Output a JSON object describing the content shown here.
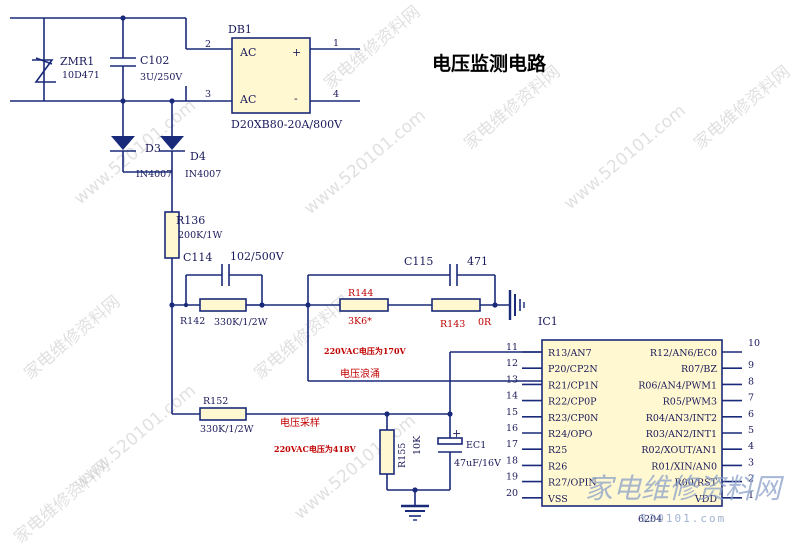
{
  "title": "电压监测电路",
  "bridge": {
    "ref": "DB1",
    "part": "D20XB80-20A/800V",
    "ac1": "AC",
    "ac2": "AC",
    "plus": "+",
    "minus": "-",
    "pin_left_top": "2",
    "pin_left_bot": "3",
    "pin_right_top": "1",
    "pin_right_bot": "4"
  },
  "varistor": {
    "ref": "ZMR1",
    "value": "10D471"
  },
  "c102": {
    "ref": "C102",
    "value": "3U/250V"
  },
  "d3": {
    "ref": "D3",
    "part": "IN4007"
  },
  "d4": {
    "ref": "D4",
    "part": "IN4007"
  },
  "r136": {
    "ref": "R136",
    "value": "200K/1W"
  },
  "c114": {
    "ref": "C114",
    "value": "102/500V"
  },
  "r142": {
    "ref": "R142",
    "value": "330K/1/2W"
  },
  "c115": {
    "ref": "C115",
    "value": "471"
  },
  "r144": {
    "ref": "R144",
    "value": "3K6*"
  },
  "r143": {
    "ref": "R143",
    "value": "0R"
  },
  "r152": {
    "ref": "R152",
    "value": "330K/1/2W"
  },
  "r155": {
    "ref": "R155",
    "value": "10K"
  },
  "ec1": {
    "ref": "EC1",
    "value": "47uF/16V",
    "plus": "+"
  },
  "notes": {
    "surge_voltage": "220VAC电压为170V",
    "surge_label": "电压浪涌",
    "sample_label": "电压采样",
    "sample_voltage": "220VAC电压为418V"
  },
  "ic": {
    "ref": "IC1",
    "part": "6204",
    "left_pins": [
      {
        "num": "11",
        "name": "R13/AN7"
      },
      {
        "num": "12",
        "name": "P20/CP2N"
      },
      {
        "num": "13",
        "name": "R21/CP1N"
      },
      {
        "num": "14",
        "name": "R22/CP0P"
      },
      {
        "num": "15",
        "name": "R23/CP0N"
      },
      {
        "num": "16",
        "name": "R24/OPO"
      },
      {
        "num": "17",
        "name": "R25"
      },
      {
        "num": "18",
        "name": "R26"
      },
      {
        "num": "19",
        "name": "R27/OPIN"
      },
      {
        "num": "20",
        "name": "VSS"
      }
    ],
    "right_pins": [
      {
        "num": "10",
        "name": "R12/AN6/EC0"
      },
      {
        "num": "9",
        "name": "R07/BZ"
      },
      {
        "num": "8",
        "name": "R06/AN4/PWM1"
      },
      {
        "num": "7",
        "name": "R05/PWM3"
      },
      {
        "num": "6",
        "name": "R04/AN3/INT2"
      },
      {
        "num": "5",
        "name": "R03/AN2/INT1"
      },
      {
        "num": "4",
        "name": "R02/XOUT/AN1"
      },
      {
        "num": "3",
        "name": "R01/XIN/AN0"
      },
      {
        "num": "2",
        "name": "R00/RST"
      },
      {
        "num": "1",
        "name": "VDD"
      }
    ]
  },
  "watermarks": {
    "site_cn": "家电维修资料网",
    "site_url": "www.520101.com",
    "corner_cn": "家电维修资料网",
    "corner_url": "520101.com"
  }
}
